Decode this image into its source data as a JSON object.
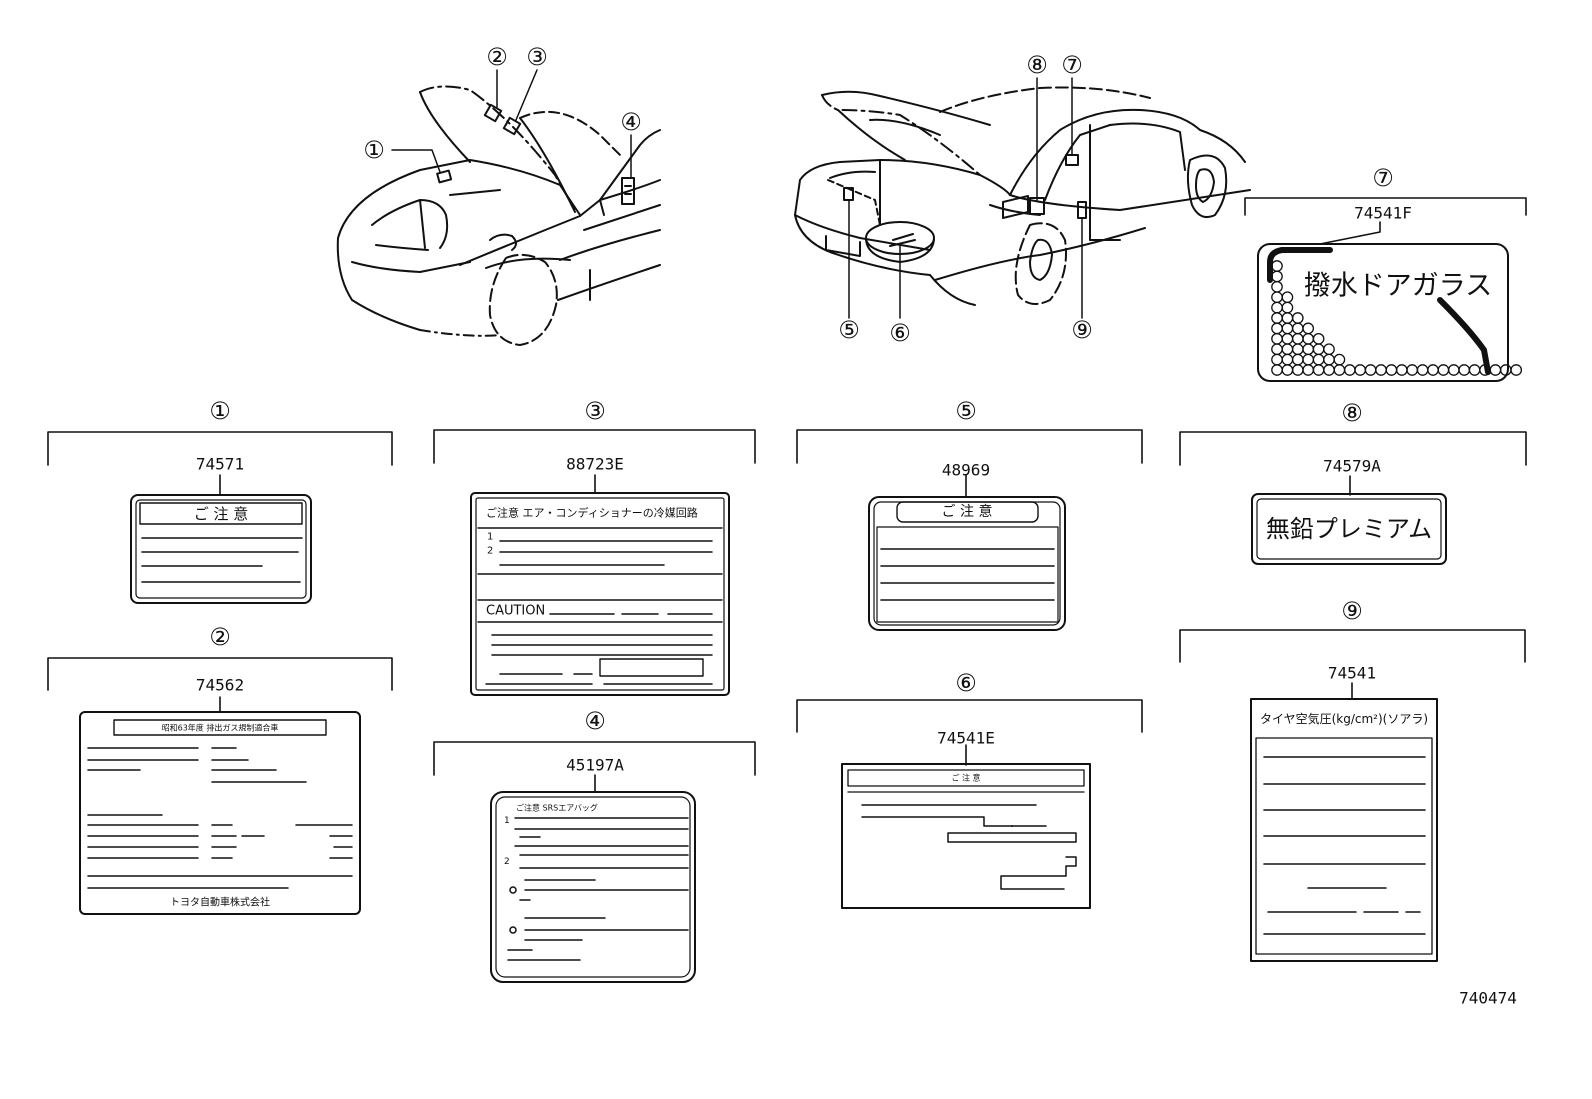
{
  "callouts": [
    "①",
    "②",
    "③",
    "④",
    "⑤",
    "⑥",
    "⑦",
    "⑧",
    "⑨"
  ],
  "labels": [
    {
      "no": "①",
      "part": "74571",
      "heading": "ご 注 意"
    },
    {
      "no": "②",
      "part": "74562",
      "heading": "昭和63年度 排出ガス規制適合車",
      "footer": "トヨタ自動車株式会社"
    },
    {
      "no": "③",
      "part": "88723E",
      "heading": "ご注意 エア・コンディショナーの冷媒回路",
      "item1": "1",
      "item2": "2",
      "caution": "CAUTION"
    },
    {
      "no": "④",
      "part": "45197A",
      "heading": "ご注意 SRSエアバッグ",
      "item1": "1",
      "item2": "2"
    },
    {
      "no": "⑤",
      "part": "48969",
      "heading": "ご 注 意"
    },
    {
      "no": "⑥",
      "part": "74541E",
      "heading": "ご 注 意"
    },
    {
      "no": "⑦",
      "part": "74541F",
      "text": "撥水ドアガラス"
    },
    {
      "no": "⑧",
      "part": "74579A",
      "text": "無鉛プレミアム"
    },
    {
      "no": "⑨",
      "part": "74541",
      "heading": "タイヤ空気圧(kg/cm²)(ソアラ)"
    }
  ],
  "figure_code": "740474"
}
